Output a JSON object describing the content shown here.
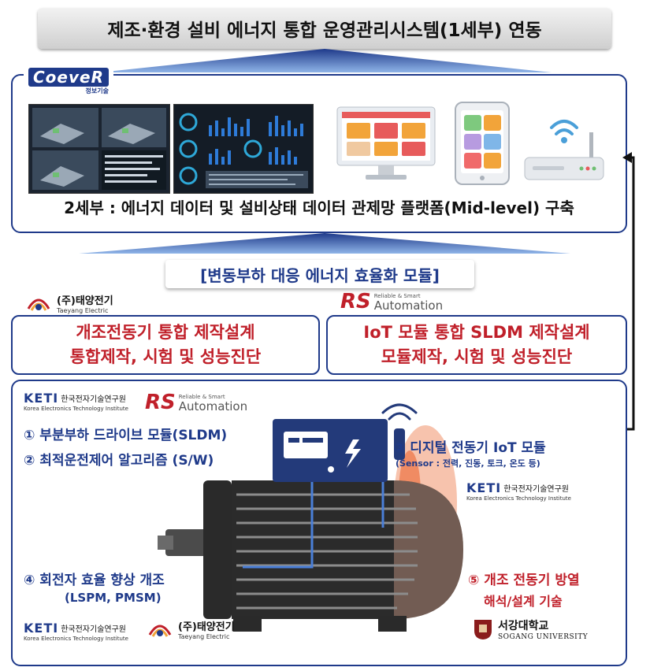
{
  "top_banner": {
    "title": "제조·환경 설비 에너지 통합 운영관리시스템(1세부) 연동"
  },
  "platform_panel": {
    "logo": {
      "brand": "CoeveR",
      "sub": "정보기술"
    },
    "caption": "2세부 : 에너지 데이터 및 설비상태 데이터 관제망 플랫폼(Mid-level) 구축"
  },
  "module_label": "[변동부하 대응 에너지 효율화 모듈]",
  "taeyang": {
    "name": "(주)태양전기",
    "sub": "Taeyang Electric"
  },
  "rs": {
    "letters": "RS",
    "small": "Reliable & Smart",
    "word": "Automation"
  },
  "left_box": {
    "line1": "개조전동기 통합 제작설계",
    "line2": "통합제작, 시험 및 성능진단"
  },
  "right_box": {
    "line1": "IoT 모듈 통합 SLDM 제작설계",
    "line2": "모듈제작, 시험 및 성능진단"
  },
  "keti": {
    "mark": "KETI",
    "kr": "한국전자기술연구원",
    "en": "Korea Electronics Technology Institute"
  },
  "items": {
    "i1": "① 부분부하 드라이브 모듈(SLDM)",
    "i2": "② 최적운전제어 알고리즘 (S/W)",
    "i3": "③ 디지털 전동기 IoT 모듈",
    "i3_sub": "(Sensor : 전력, 진동, 토크, 온도 등)",
    "i4_line1": "④ 회전자 효율 향상 개조",
    "i4_line2": "(LSPM, PMSM)",
    "i5_line1": "⑤ 개조 전동기 방열",
    "i5_line2": "해석/설계 기술"
  },
  "sogang": {
    "kr": "서강대학교",
    "en": "SOGANG UNIVERSITY"
  },
  "colors": {
    "navy": "#1f3a8a",
    "red": "#c0202a"
  }
}
